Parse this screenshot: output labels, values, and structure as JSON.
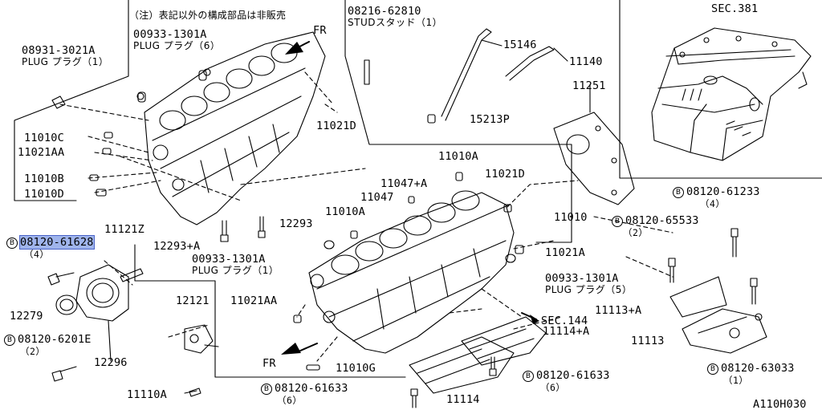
{
  "diagram": {
    "notice": "（注）表記以外の構成部品は非販売",
    "diagram_code": "A110H030",
    "accent_color": "#9fb4ec",
    "callouts": [
      {
        "id": "c1",
        "text": "08931-3021A",
        "sub": "PLUG プラグ（1）"
      },
      {
        "id": "c2",
        "text": "00933-1301A",
        "sub": "PLUG プラグ（6）"
      },
      {
        "id": "c3",
        "text": "08216-62810",
        "sub": "STUDスタッド（1）"
      },
      {
        "id": "c4",
        "text": "FR"
      },
      {
        "id": "c5",
        "text": "15146"
      },
      {
        "id": "c6",
        "text": "11140"
      },
      {
        "id": "c7",
        "text": "SEC.381"
      },
      {
        "id": "c8",
        "text": "11251"
      },
      {
        "id": "c9",
        "text": "11010C"
      },
      {
        "id": "c10",
        "text": "11021AA"
      },
      {
        "id": "c11",
        "text": "11010B"
      },
      {
        "id": "c12",
        "text": "11010D"
      },
      {
        "id": "c13",
        "text": "11021D"
      },
      {
        "id": "c14",
        "text": "15213P"
      },
      {
        "id": "c15",
        "text": "11010A"
      },
      {
        "id": "c16",
        "text": "11047+A"
      },
      {
        "id": "c17",
        "text": "11047"
      },
      {
        "id": "c18",
        "text": "11021D"
      },
      {
        "id": "c19",
        "text": "11010A"
      },
      {
        "id": "c20",
        "text": "11010"
      },
      {
        "id": "c21",
        "text": "08120-61233",
        "badge": "B",
        "sub": "（4）"
      },
      {
        "id": "c22",
        "text": "08120-65533",
        "badge": "B",
        "sub": "（2）"
      },
      {
        "id": "c23",
        "text": "11121Z"
      },
      {
        "id": "c24",
        "text": "12293"
      },
      {
        "id": "c25",
        "text": "08120-61628",
        "badge": "B",
        "sub": "（4）",
        "highlighted": true
      },
      {
        "id": "c26",
        "text": "12293+A"
      },
      {
        "id": "c27",
        "text": "00933-1301A",
        "sub": "PLUG プラグ（1）"
      },
      {
        "id": "c28",
        "text": "11021A"
      },
      {
        "id": "c29",
        "text": "00933-1301A",
        "sub": "PLUG プラグ（5）"
      },
      {
        "id": "c30",
        "text": "12279"
      },
      {
        "id": "c31",
        "text": "12121"
      },
      {
        "id": "c32",
        "text": "11021AA"
      },
      {
        "id": "c33",
        "text": "SEC.144"
      },
      {
        "id": "c34",
        "text": "11114+A"
      },
      {
        "id": "c35",
        "text": "11113+A"
      },
      {
        "id": "c36",
        "text": "08120-6201E",
        "badge": "B",
        "sub": "（2）"
      },
      {
        "id": "c37",
        "text": "12296"
      },
      {
        "id": "c38",
        "text": "11113"
      },
      {
        "id": "c39",
        "text": "FR"
      },
      {
        "id": "c40",
        "text": "11010G"
      },
      {
        "id": "c41",
        "text": "08120-61633",
        "badge": "B",
        "sub": "（6）"
      },
      {
        "id": "c42",
        "text": "08120-63033",
        "badge": "B",
        "sub": "（1）"
      },
      {
        "id": "c43",
        "text": "11110A"
      },
      {
        "id": "c44",
        "text": "08120-61633",
        "badge": "B",
        "sub": "（6）"
      },
      {
        "id": "c45",
        "text": "11114"
      }
    ]
  }
}
